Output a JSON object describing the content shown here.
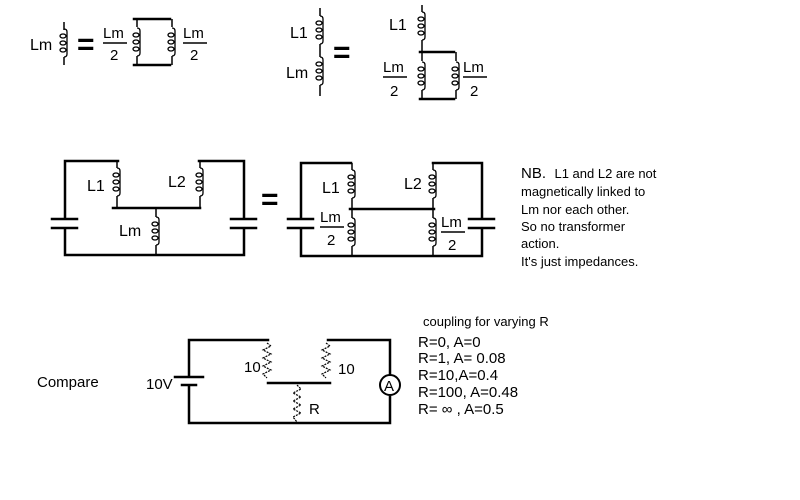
{
  "diagram": {
    "title_row1_left": {
      "lhs_label": "Lm",
      "equals": "=",
      "rhs_left": {
        "num": "Lm",
        "den": "2"
      },
      "rhs_right": {
        "num": "Lm",
        "den": "2"
      }
    },
    "title_row1_right": {
      "lhs_top_label": "L1",
      "lhs_bottom_label": "Lm",
      "equals": "=",
      "rhs_top_label": "L1",
      "rhs_left": {
        "num": "Lm",
        "den": "2"
      },
      "rhs_right": {
        "num": "Lm",
        "den": "2"
      }
    },
    "circuit_left": {
      "l1_label": "L1",
      "l2_label": "L2",
      "lm_label": "Lm"
    },
    "equals_middle": "=",
    "circuit_right": {
      "l1_label": "L1",
      "l2_label": "L2",
      "lm_left": {
        "num": "Lm",
        "den": "2"
      },
      "lm_right": {
        "num": "Lm",
        "den": "2"
      }
    },
    "note": {
      "lead": "NB.",
      "line1": "L1 and L2 are not",
      "line2": "magnetically linked to",
      "line3": "Lm nor each other.",
      "line4": "So no transformer",
      "line5": "action.",
      "line6": "It's just impedances."
    },
    "compare": {
      "label": "Compare",
      "source_label": "10V",
      "r_left_label": "10",
      "r_right_label": "10",
      "r_mid_label": "R",
      "meter_label": "A"
    },
    "results": {
      "title": "coupling for varying R",
      "rows": [
        "R=0, A=0",
        "R=1, A= 0.08",
        "R=10,A=0.4",
        "R=100, A=0.48",
        "R= ∞ , A=0.5"
      ]
    }
  }
}
